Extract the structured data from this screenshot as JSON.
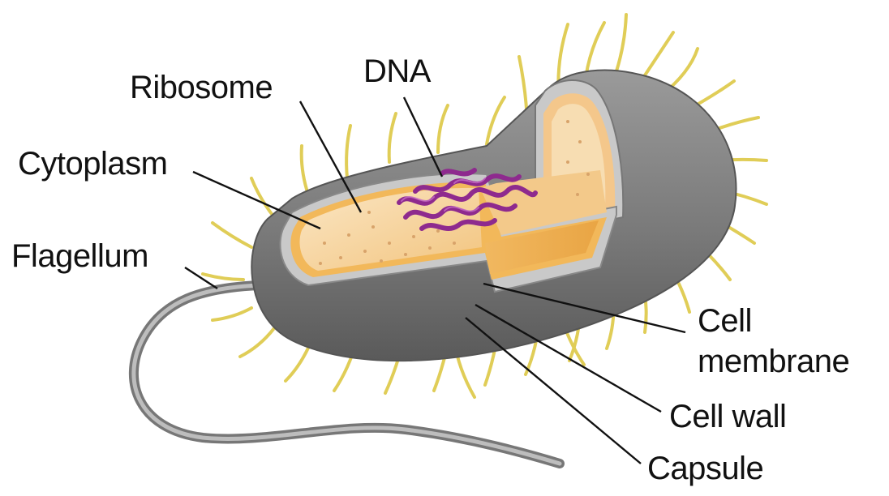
{
  "labels": {
    "ribosome": "Ribosome",
    "dna": "DNA",
    "cytoplasm": "Cytoplasm",
    "flagellum": "Flagellum",
    "cell_membrane_line1": "Cell",
    "cell_membrane_line2": "membrane",
    "cell_wall": "Cell wall",
    "capsule": "Capsule"
  },
  "colors": {
    "capsule": "#8f8f8f",
    "cell_wall": "#c9c9c9",
    "membrane": "#f2b85a",
    "cytoplasm": "#f7d9a8",
    "dna": "#8e2a8e",
    "pili": "#e0cd57",
    "leader_line": "#111111"
  }
}
